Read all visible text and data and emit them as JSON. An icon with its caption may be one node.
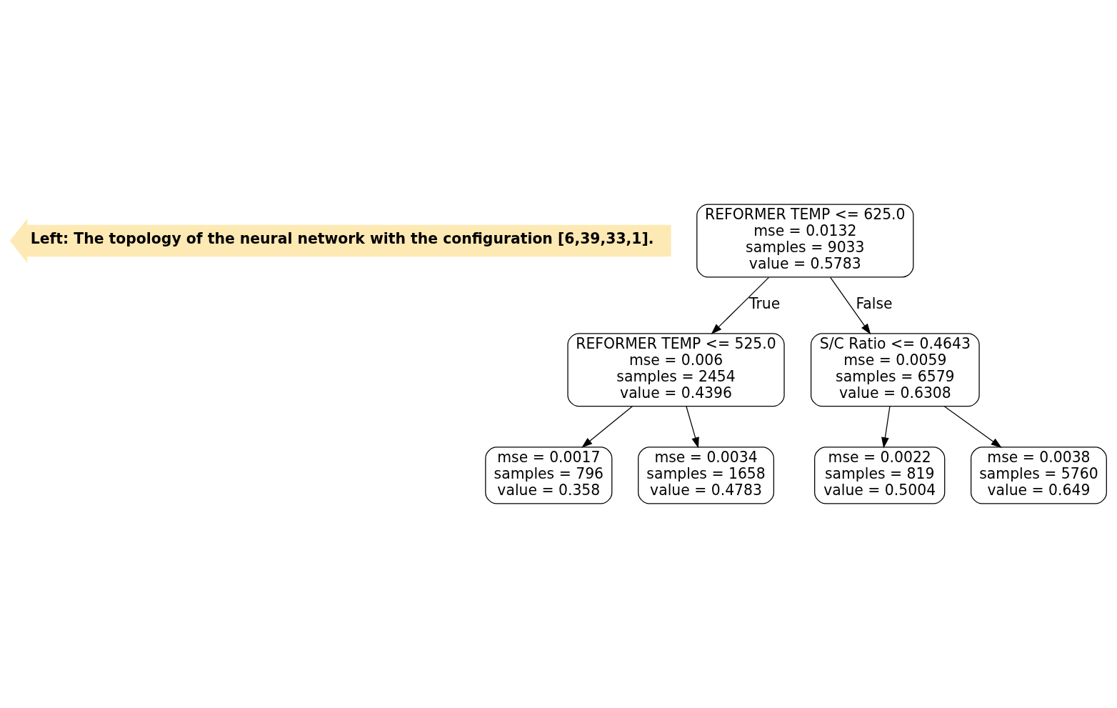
{
  "diagram": {
    "nodes": [
      {
        "text": [
          "Left: The topology of the neural network with the configuration [6,39,33,1]."
        ]
      },
      {
        "text": [
          "REFORMER TEMP <= 625.0",
          "mse = 0.0132",
          "samples = 9033",
          "value = 0.5783"
        ]
      },
      {
        "text": [
          "REFORMER TEMP <= 525.0",
          "mse = 0.006",
          "samples = 2454",
          "value = 0.4396"
        ]
      },
      {
        "text": [
          "S/C Ratio <= 0.4643",
          "mse = 0.0059",
          "samples = 6579",
          "value = 0.6308"
        ]
      },
      {
        "text": [
          "mse = 0.0017",
          "samples = 796",
          "value = 0.358"
        ]
      },
      {
        "text": [
          "mse = 0.0034",
          "samples = 1658",
          "value = 0.4783"
        ]
      },
      {
        "text": [
          "mse = 0.0022",
          "samples = 819",
          "value = 0.5004"
        ]
      },
      {
        "text": [
          "mse = 0.0038",
          "samples = 5760",
          "value = 0.649"
        ]
      }
    ],
    "edges": [
      {
        "from": 1,
        "to": 2,
        "arrow": "to",
        "label": "True"
      },
      {
        "from": 1,
        "to": 3,
        "arrow": "to",
        "label": "False"
      },
      {
        "from": 2,
        "to": 4,
        "arrow": "to"
      },
      {
        "from": 2,
        "to": 5,
        "arrow": "to"
      },
      {
        "from": 3,
        "to": 6,
        "arrow": "to"
      },
      {
        "from": 3,
        "to": 7,
        "arrow": "to"
      }
    ]
  }
}
